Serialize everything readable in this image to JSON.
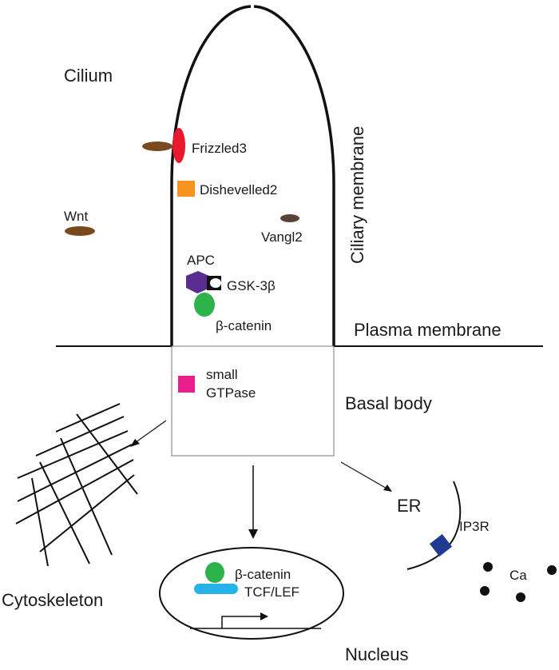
{
  "regions": {
    "cilium": "Cilium",
    "ciliary_membrane": "Ciliary membrane",
    "plasma_membrane": "Plasma membrane",
    "basal_body": "Basal body",
    "cytoskeleton": "Cytoskeleton",
    "er": "ER",
    "nucleus": "Nucleus"
  },
  "molecules": {
    "frizzled": "Frizzled3",
    "dishevelled": "Dishevelled2",
    "wnt": "Wnt",
    "vangl": "Vangl2",
    "apc": "APC",
    "gsk": "GSK-3β",
    "catenin_cilium": "β-catenin",
    "gtpase_line1": "small",
    "gtpase_line2": "GTPase",
    "catenin_nucleus": "β-catenin",
    "tcf_lef": "TCF/LEF",
    "ip3r": "IP3R",
    "calcium": "Ca"
  },
  "colors": {
    "frizzled": "#e8192c",
    "brown_ellipse": "#7a4a1e",
    "vangl": "#5a4238",
    "dishevelled": "#f7941d",
    "apc": "#5b2c8f",
    "catenin": "#2db34a",
    "gtpase": "#ec1d8c",
    "tcf": "#26b4e8",
    "ip3r": "#1f3a93"
  }
}
